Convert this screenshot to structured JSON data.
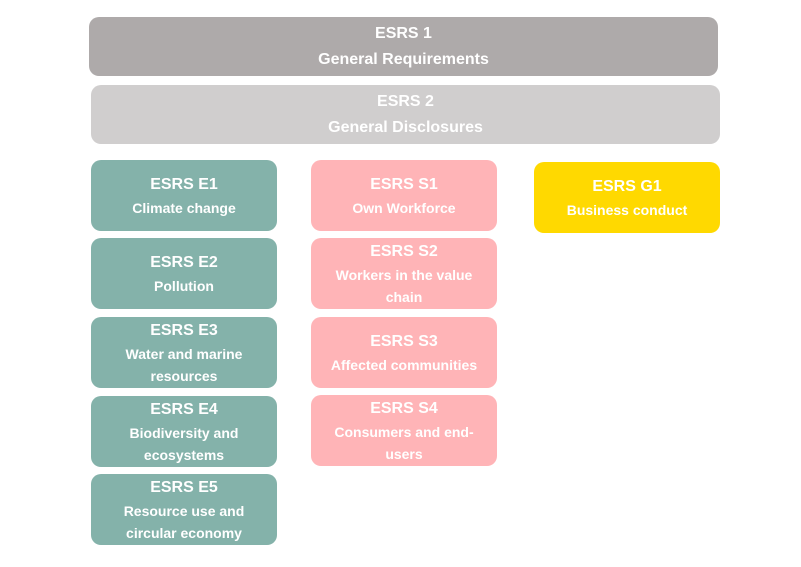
{
  "colors": {
    "cross_cutting_1": "#aeaaaa",
    "cross_cutting_2": "#d0cece",
    "environment": "#84b2aa",
    "social": "#ffb4b7",
    "governance": "#ffd900",
    "text": "#ffffff"
  },
  "cross_cutting": [
    {
      "code": "ESRS 1",
      "title": "General Requirements"
    },
    {
      "code": "ESRS 2",
      "title": "General Disclosures"
    }
  ],
  "environment": [
    {
      "code": "ESRS E1",
      "title": "Climate change"
    },
    {
      "code": "ESRS E2",
      "title": "Pollution"
    },
    {
      "code": "ESRS E3",
      "title": "Water and marine resources"
    },
    {
      "code": "ESRS E4",
      "title": "Biodiversity and ecosystems"
    },
    {
      "code": "ESRS E5",
      "title": "Resource use and circular economy"
    }
  ],
  "social": [
    {
      "code": "ESRS S1",
      "title": "Own Workforce"
    },
    {
      "code": "ESRS S2",
      "title": "Workers in the value chain"
    },
    {
      "code": "ESRS S3",
      "title": "Affected communities"
    },
    {
      "code": "ESRS S4",
      "title": "Consumers and end-users"
    }
  ],
  "governance": [
    {
      "code": "ESRS G1",
      "title": "Business conduct"
    }
  ]
}
